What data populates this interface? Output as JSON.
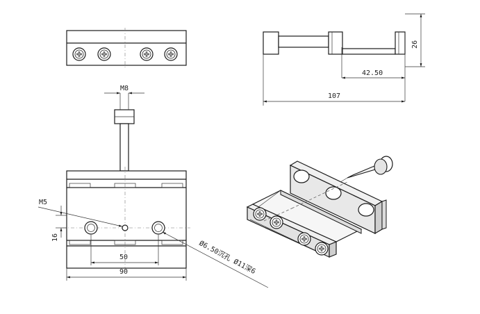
{
  "dimensions": {
    "top_right_height": "26",
    "top_right_inner": "42.50",
    "top_right_total": "107",
    "thread_top": "M8",
    "thread_left": "M5",
    "left_height": "16",
    "hole_spacing": "50",
    "total_width": "90",
    "counterbore_note": "Ø6.50沉孔 Ø11深6"
  }
}
